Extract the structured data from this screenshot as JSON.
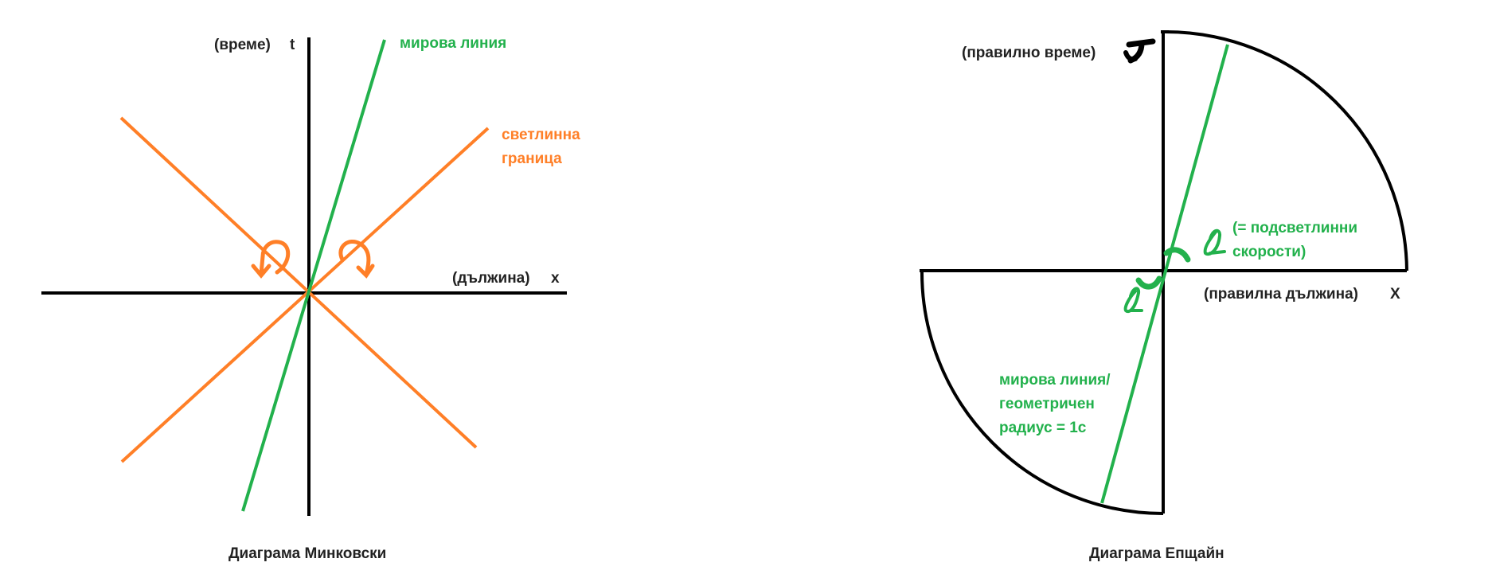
{
  "colors": {
    "axis": "#000000",
    "world_line": "#22b14c",
    "light_boundary": "#ff7f27",
    "caption": "#222222"
  },
  "minkowski": {
    "time_axis_label": "(време)",
    "time_axis_symbol": "t",
    "space_axis_label": "(дължина)",
    "space_axis_symbol": "x",
    "world_line_label": "мирова линия",
    "light_boundary_label_line1": "светлинна",
    "light_boundary_label_line2": "граница",
    "caption": "Диаграма Минковски"
  },
  "epstein": {
    "time_axis_label": "(правилно време)",
    "time_axis_symbol": "τ",
    "space_axis_label": "(правилна дължина)",
    "space_axis_symbol": "X",
    "angle_symbol": "α",
    "angle_note_line1": "(= подсветлинни",
    "angle_note_line2": "скорости)",
    "world_line_label_line1": "мирова линия/",
    "world_line_label_line2": "геометричен",
    "world_line_label_line3": "радиус = 1c",
    "caption": "Диаграма Епщайн"
  }
}
